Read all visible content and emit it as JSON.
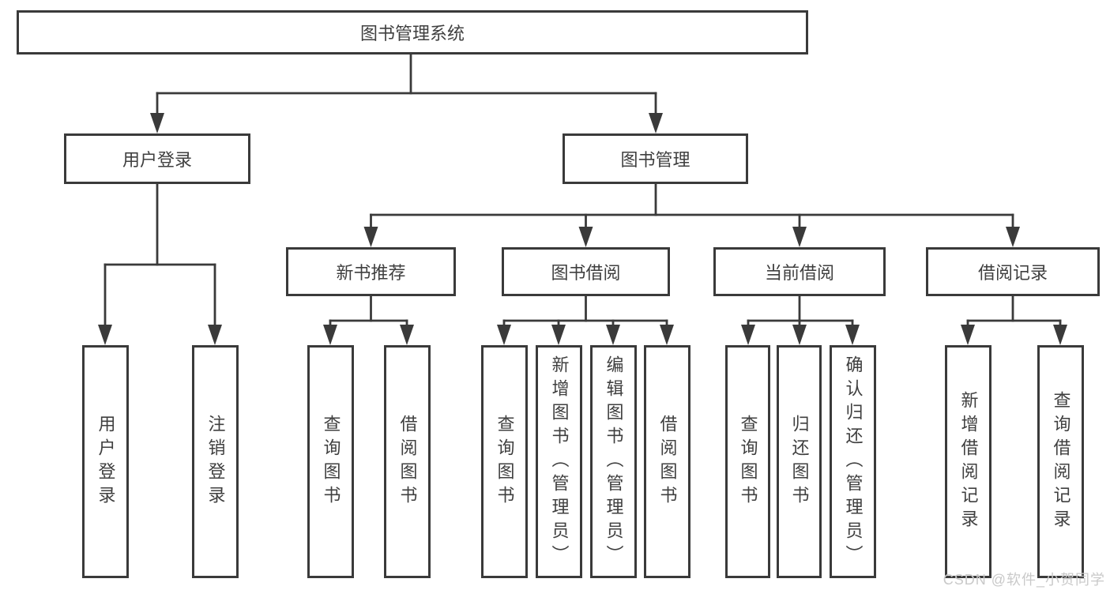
{
  "colors": {
    "line": "#3a3a3a",
    "text": "#3f3f3f",
    "watermark": "#c9c9c9",
    "background": "#ffffff"
  },
  "watermark": {
    "text": "CSDN @软件_小贺同学"
  },
  "tree": {
    "root": {
      "label": "图书管理系统"
    },
    "level2": [
      {
        "id": "user-login",
        "label": "用户登录"
      },
      {
        "id": "book-management",
        "label": "图书管理"
      }
    ],
    "level3": [
      {
        "id": "new-book-recommend",
        "label": "新书推荐"
      },
      {
        "id": "book-borrow",
        "label": "图书借阅"
      },
      {
        "id": "current-borrow",
        "label": "当前借阅"
      },
      {
        "id": "borrow-records",
        "label": "借阅记录"
      }
    ],
    "leaves": {
      "user_login": [
        {
          "label": "用户登录"
        },
        {
          "label": "注销登录"
        }
      ],
      "new_book_recommend": [
        {
          "label": "查询图书"
        },
        {
          "label": "借阅图书"
        }
      ],
      "book_borrow": [
        {
          "label": "查询图书"
        },
        {
          "label": "新增图书（管理员）"
        },
        {
          "label": "编辑图书（管理员）"
        },
        {
          "label": "借阅图书"
        }
      ],
      "current_borrow": [
        {
          "label": "查询图书"
        },
        {
          "label": "归还图书"
        },
        {
          "label": "确认归还（管理员）"
        }
      ],
      "borrow_records": [
        {
          "label": "新增借阅记录"
        },
        {
          "label": "查询借阅记录"
        }
      ]
    }
  }
}
